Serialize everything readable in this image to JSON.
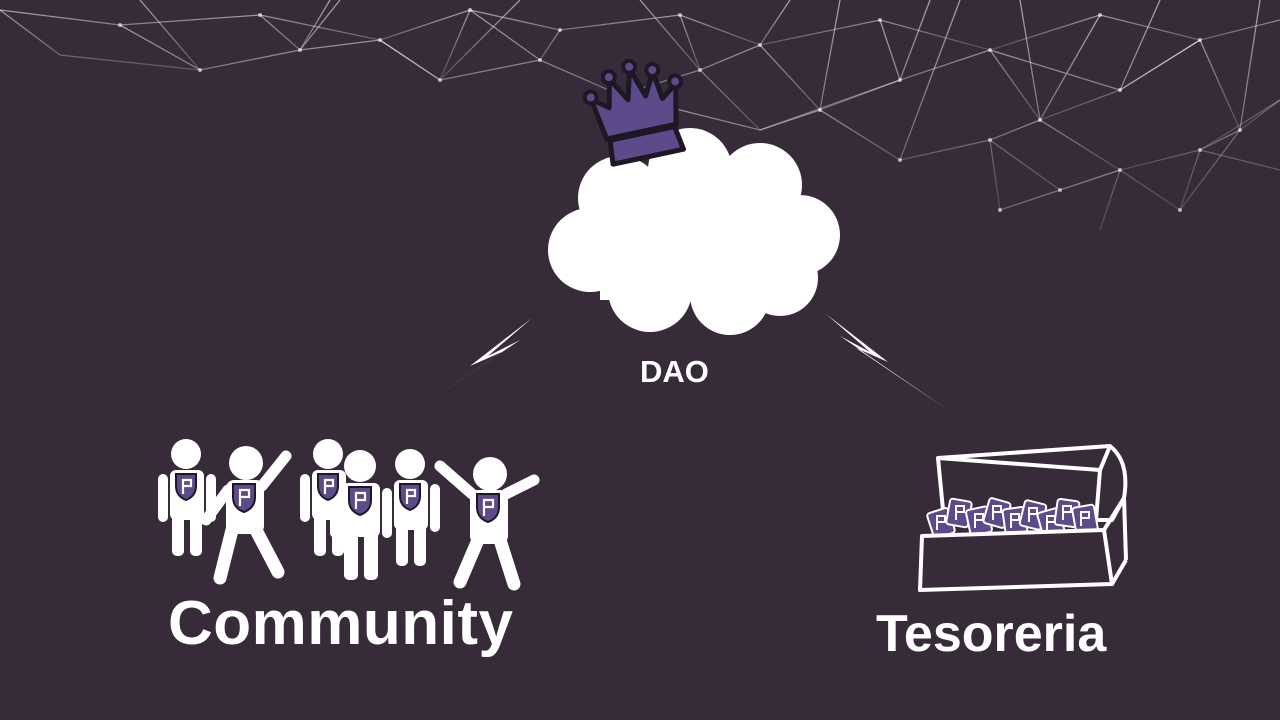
{
  "labels": {
    "dao": "DAO",
    "community": "Community",
    "tesoreria": "Tesoreria"
  },
  "colors": {
    "background": "#372b3a",
    "accent": "#5c4a8a",
    "foreground": "#ffffff"
  },
  "icons": {
    "crown": "crown-icon",
    "cloud": "cloud-icon",
    "community": "people-group-icon",
    "treasure": "treasure-chest-icon",
    "coin_symbol": "P"
  }
}
